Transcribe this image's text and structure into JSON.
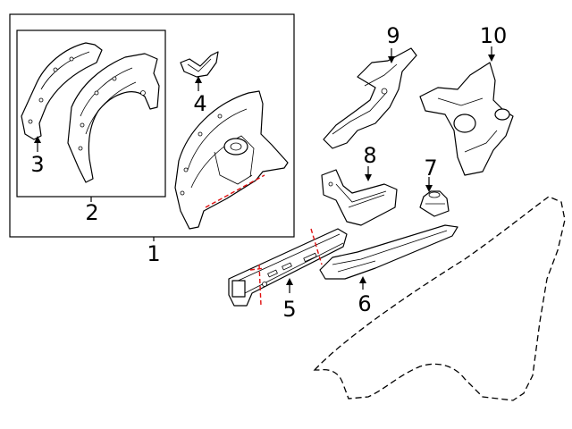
{
  "callouts": {
    "c1": "1",
    "c2": "2",
    "c3": "3",
    "c4": "4",
    "c5": "5",
    "c6": "6",
    "c7": "7",
    "c8": "8",
    "c9": "9",
    "c10": "10"
  },
  "colors": {
    "line": "#000000",
    "cut_line": "#e01010",
    "background": "#ffffff"
  }
}
